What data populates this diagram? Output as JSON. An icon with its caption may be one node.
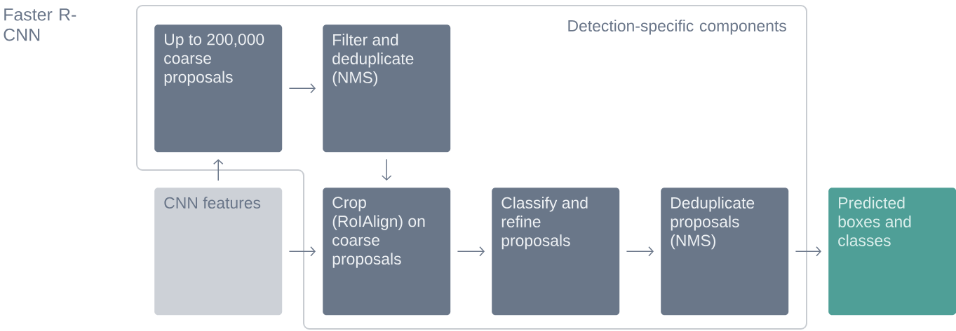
{
  "diagram": {
    "title": "Faster R-CNN",
    "nodes": [
      {
        "text": [
          "Detection-specific components"
        ]
      },
      {
        "text": [
          "Up to 200,000 coarse proposals"
        ],
        "in": 0
      },
      {
        "text": [
          "Filter and deduplicate (NMS)"
        ],
        "in": 0
      },
      {
        "text": [
          "CNN features"
        ]
      },
      {
        "text": [
          "Crop (RoIAlign) on coarse proposals"
        ],
        "in": 0
      },
      {
        "text": [
          "Classify and refine proposals"
        ],
        "in": 0
      },
      {
        "text": [
          "Deduplicate proposals (NMS)"
        ],
        "in": 0
      },
      {
        "text": [
          "Predicted boxes and classes"
        ]
      }
    ],
    "edges": [
      {
        "from": 1,
        "to": 2,
        "arrow": "to"
      },
      {
        "from": 2,
        "to": 4,
        "arrow": "to"
      },
      {
        "from": 3,
        "to": 1,
        "arrow": "to"
      },
      {
        "from": 3,
        "to": 4,
        "arrow": "to"
      },
      {
        "from": 4,
        "to": 5,
        "arrow": "to"
      },
      {
        "from": 5,
        "to": 6,
        "arrow": "to"
      },
      {
        "from": 6,
        "to": 7,
        "arrow": "to"
      }
    ]
  }
}
